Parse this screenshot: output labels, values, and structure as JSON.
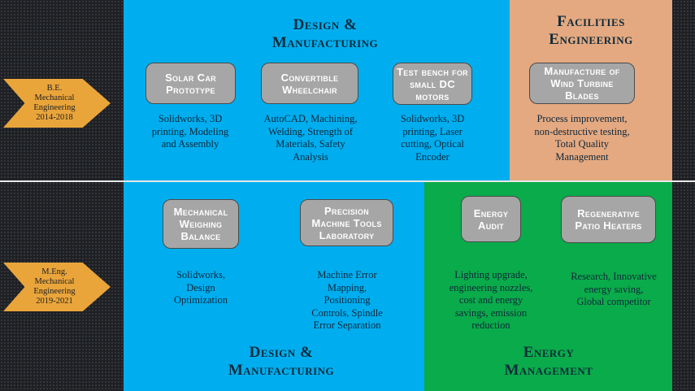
{
  "rows": [
    {
      "degree": "B.E.\nMechanical\nEngineering\n2014-2018"
    },
    {
      "degree": "M.Eng.\nMechanical\nEngineering\n2019-2021"
    }
  ],
  "top": {
    "design": {
      "title": "Design &\nManufacturing",
      "projects": [
        {
          "name": "Solar Car Prototype",
          "skills": "Solidworks, 3D printing, Modeling and Assembly"
        },
        {
          "name": "Convertible Wheelchair",
          "skills": "AutoCAD, Machining, Welding, Strength of Materials, Safety Analysis"
        },
        {
          "name": "Test bench for small DC motors",
          "skills": "Solidworks, 3D printing, Laser cutting, Optical Encoder"
        }
      ]
    },
    "facilities": {
      "title": "Facilities\nEngineering",
      "projects": [
        {
          "name": "Manufacture of Wind Turbine Blades",
          "skills": "Process improvement, non-destructive testing, Total Quality Management"
        }
      ]
    }
  },
  "bottom": {
    "design": {
      "title": "Design &\nManufacturing",
      "projects": [
        {
          "name": "Mechanical Weighing Balance",
          "skills": "Solidworks, Design Optimization"
        },
        {
          "name": "Precision Machine Tools Laboratory",
          "skills": "Machine Error Mapping, Positioning Controls, Spindle Error Separation"
        }
      ]
    },
    "energy": {
      "title": "Energy\nManagement",
      "projects": [
        {
          "name": "Energy Audit",
          "skills": "Lighting upgrade, engineering nozzles, cost and energy savings, emission reduction"
        },
        {
          "name": "Regenerative Patio Heaters",
          "skills": "Research, Innovative energy saving, Global competitor"
        }
      ]
    }
  },
  "colors": {
    "blue": "#00aeef",
    "peach": "#e4a981",
    "green": "#0aab4a",
    "arrow": "#eaa53a",
    "box": "#a6a6a6"
  }
}
